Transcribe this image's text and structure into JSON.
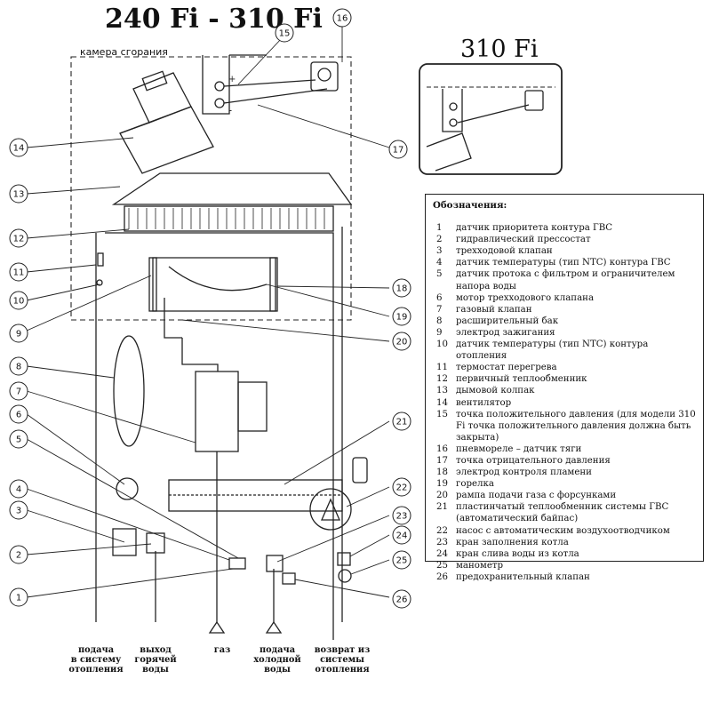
{
  "title": "240 Fi - 310 Fi",
  "inset_title": "310 Fi",
  "chamber_label": "камера сгорания",
  "callouts": [
    "1",
    "2",
    "3",
    "4",
    "5",
    "6",
    "7",
    "8",
    "9",
    "10",
    "11",
    "12",
    "13",
    "14",
    "15",
    "16",
    "17",
    "18",
    "19",
    "20",
    "21",
    "22",
    "23",
    "24",
    "25",
    "26"
  ],
  "legend": {
    "title": "Обозначения:",
    "items": [
      {
        "num": "1",
        "text": "датчик приоритета контура ГВС"
      },
      {
        "num": "2",
        "text": "гидравлический прессостат"
      },
      {
        "num": "3",
        "text": "трехходовой клапан"
      },
      {
        "num": "4",
        "text": "датчик температуры (тип NTC) контура ГВС"
      },
      {
        "num": "5",
        "text": "датчик протока с фильтром и ограничителем напора воды"
      },
      {
        "num": "6",
        "text": "мотор трехходового клапана"
      },
      {
        "num": "7",
        "text": "газовый клапан"
      },
      {
        "num": "8",
        "text": "расширительный бак"
      },
      {
        "num": "9",
        "text": "электрод зажигания"
      },
      {
        "num": "10",
        "text": "датчик температуры (тип NTC) контура отопления"
      },
      {
        "num": "11",
        "text": "термостат перегрева"
      },
      {
        "num": "12",
        "text": "первичный теплообменник"
      },
      {
        "num": "13",
        "text": "дымовой колпак"
      },
      {
        "num": "14",
        "text": "вентилятор"
      },
      {
        "num": "15",
        "text": "точка положительного давления (для модели 310 Fi точка положительного давления должна быть закрыта)"
      },
      {
        "num": "16",
        "text": "пневмореле – датчик тяги"
      },
      {
        "num": "17",
        "text": "точка отрицательного давления"
      },
      {
        "num": "18",
        "text": "электрод контроля пламени"
      },
      {
        "num": "19",
        "text": "горелка"
      },
      {
        "num": "20",
        "text": "рампа подачи газа с форсунками"
      },
      {
        "num": "21",
        "text": "пластинчатый теплообменник системы ГВС (автоматический байпас)"
      },
      {
        "num": "22",
        "text": "насос с автоматическим воздухоотводчиком"
      },
      {
        "num": "23",
        "text": "кран заполнения котла"
      },
      {
        "num": "24",
        "text": "кран слива воды из котла"
      },
      {
        "num": "25",
        "text": "манометр"
      },
      {
        "num": "26",
        "text": "предохранительный клапан"
      }
    ]
  },
  "bottom_labels": [
    {
      "text": "подача\nв систему\nотопления"
    },
    {
      "text": "выход\nгорячей\nводы"
    },
    {
      "text": "газ"
    },
    {
      "text": "подача\nхолодной\nводы"
    },
    {
      "text": "возврат из\nсистемы\nотопления"
    }
  ]
}
